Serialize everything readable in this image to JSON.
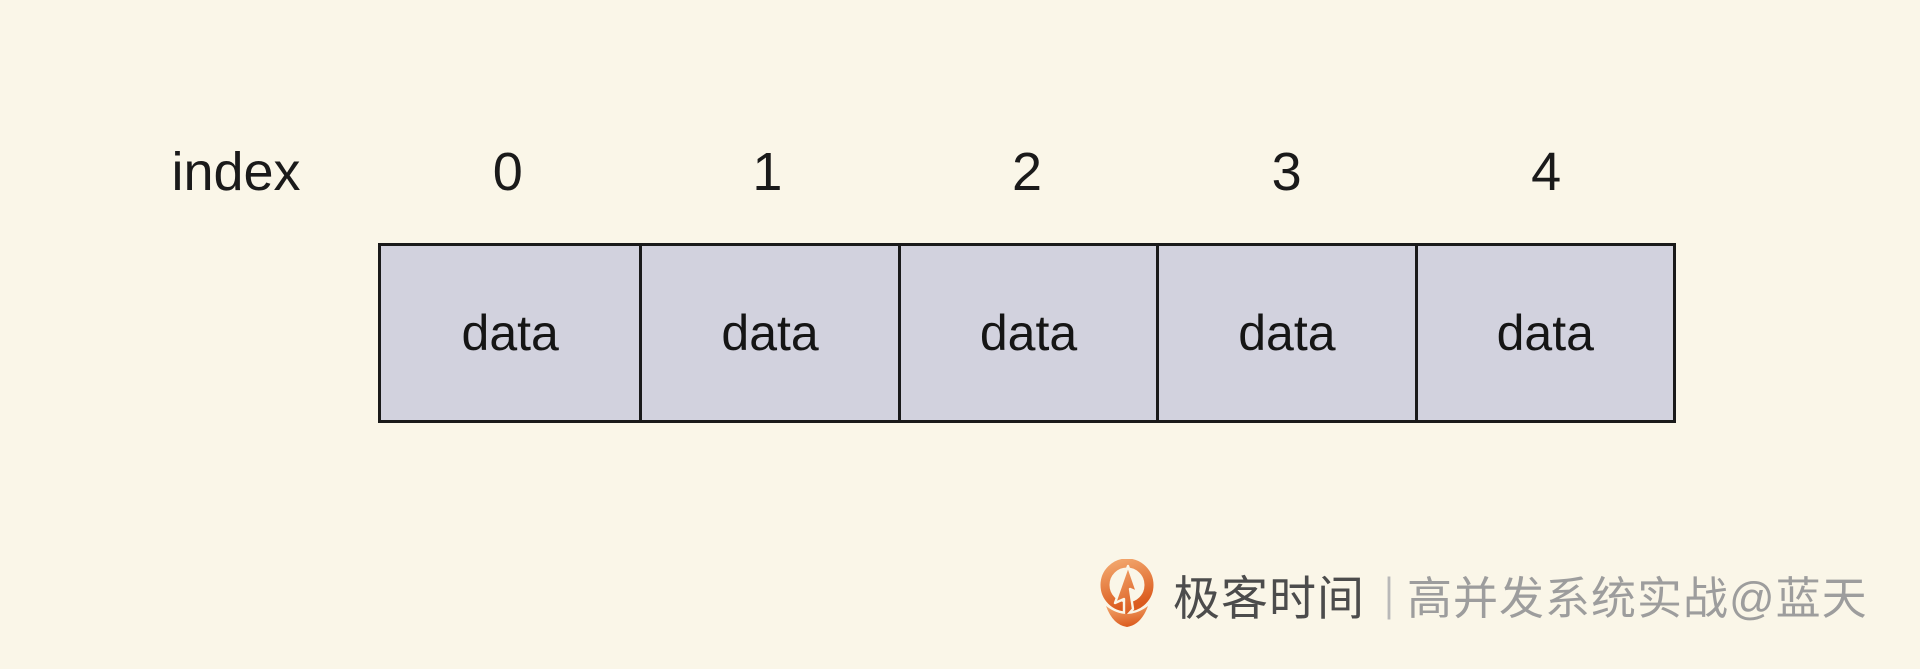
{
  "diagram": {
    "title": "array-index-diagram",
    "index_label": "index",
    "cells": [
      {
        "index": "0",
        "value": "data"
      },
      {
        "index": "1",
        "value": "data"
      },
      {
        "index": "2",
        "value": "data"
      },
      {
        "index": "3",
        "value": "data"
      },
      {
        "index": "4",
        "value": "data"
      }
    ]
  },
  "watermark": {
    "logo_icon": "geektime-logo-icon",
    "brand": "极客时间",
    "separator": "|",
    "credit": "高并发系统实战@蓝天"
  },
  "colors": {
    "background": "#FAF6E8",
    "cell_fill": "#D2D2DE",
    "cell_border": "#1A1A1A",
    "diagram_text": "#1A1A1A",
    "brand_text": "#4C4C4C",
    "credit_text": "#9D9D9D",
    "separator": "#B8B8B8",
    "logo_orange_light": "#F1A369",
    "logo_orange_dark": "#DB5B1E"
  }
}
